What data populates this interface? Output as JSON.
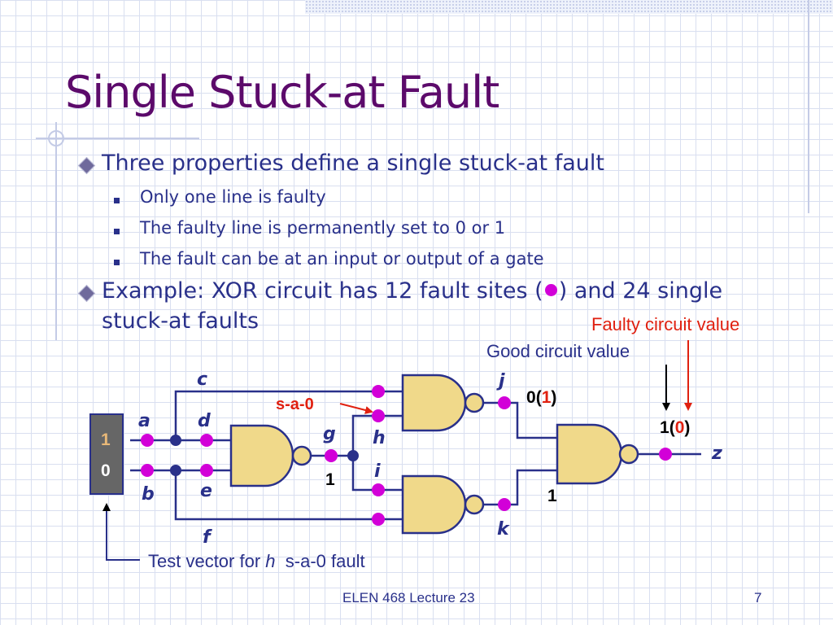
{
  "slide": {
    "title": "Single Stuck-at Fault",
    "bullets": {
      "b1": "Three properties define a single stuck-at fault",
      "sub1": "Only one line is faulty",
      "sub2": "The faulty line is permanently set to 0 or 1",
      "sub3": "The fault can be at an input or output of a gate",
      "b2_line1_pre": "Example: XOR circuit has 12 fault sites (",
      "b2_line1_post": ") and 24 single",
      "b2_line2": "stuck-at faults"
    },
    "footer": {
      "course": "ELEN 468 Lecture 23",
      "page_number": "7"
    }
  },
  "diagram": {
    "annotations": {
      "faulty": "Faulty circuit value",
      "good": "Good circuit value",
      "fault": "s-a-0",
      "test_vector_pre": "Test vector for ",
      "test_vector_net": "h",
      "test_vector_post": "s-a-0 fault"
    },
    "nets": {
      "a": "a",
      "b": "b",
      "c": "c",
      "d": "d",
      "e": "e",
      "f": "f",
      "g": "g",
      "h": "h",
      "i": "i",
      "j": "j",
      "k": "k",
      "z": "z"
    },
    "input_vector": {
      "top": "1",
      "bottom": "0"
    },
    "values": {
      "g_good": "1",
      "j_good": "0",
      "j_faulty": "1",
      "z_good": "1",
      "z_faulty": "0",
      "k_good": "1"
    },
    "colors": {
      "title": "#5c0a6b",
      "text": "#29308a",
      "fault_site": "#d200d8",
      "gate_fill": "#f0d98a",
      "fanout_dot": "#29308a",
      "faulty_value": "#e02010",
      "input_box": "#666666",
      "input_top_value": "#e8b878",
      "input_bottom_value": "#ffffff"
    }
  }
}
